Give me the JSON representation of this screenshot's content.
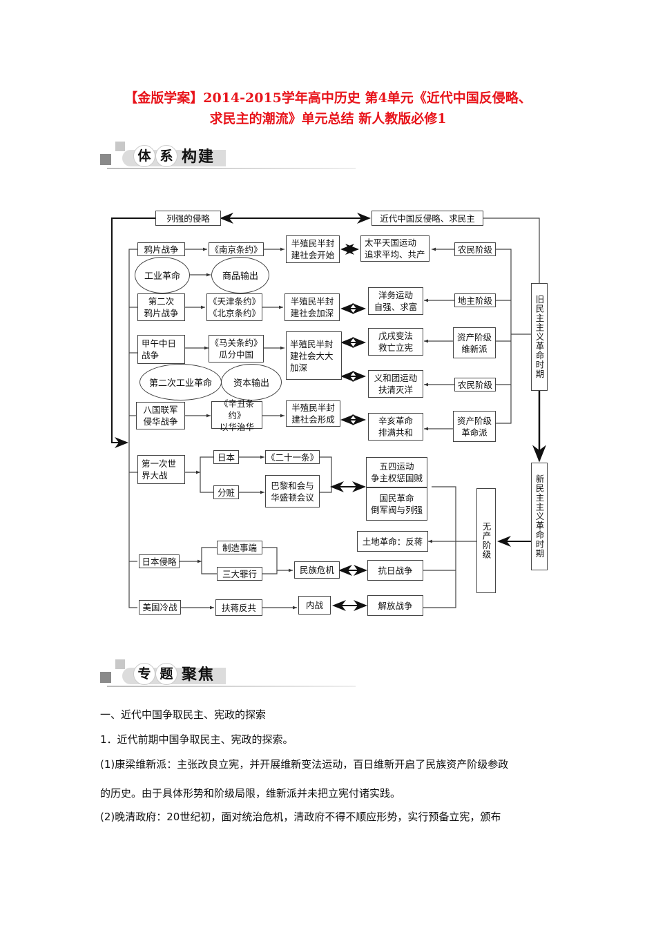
{
  "title": {
    "line1": "【金版学案】2014-2015学年高中历史 第4单元《近代中国反侵略、",
    "line2": "求民主的潮流》单元总结 新人教版必修1"
  },
  "section1": {
    "c1": "体",
    "c2": "系",
    "rest": "构建"
  },
  "section2": {
    "c1": "专",
    "c2": "题",
    "rest": "聚焦"
  },
  "diagram": {
    "top_left": "列强的侵略",
    "top_right": "近代中国反侵略、求民主",
    "wars": {
      "opium": "鸦片战争",
      "opium2": "第二次\n鸦片战争",
      "jiawu": "甲午中日\n战争",
      "baguo": "八国联军\n侵华战争",
      "ww1": "第一次世\n界大战",
      "japan": "日本侵略",
      "us": "美国冷战"
    },
    "ovals": {
      "ind_rev": "工业革命",
      "goods": "商品输出",
      "ind_rev2": "第二次工业革命",
      "capital": "资本输出"
    },
    "treaties": {
      "nanjing": "《南京条约》",
      "tianjin_beijing": "《天津条约》\n《北京条约》",
      "maguan": "《马关条约》\n瓜分中国",
      "xinchou": "《辛丑条约》\n以华治华",
      "japan": "日本",
      "reparation": "分赃",
      "twentyone": "《二十一条》",
      "paris": "巴黎和会与\n华盛顿会议",
      "incidents": "制造事端",
      "crimes": "三大罪行",
      "support_chiang": "扶蒋反共"
    },
    "society": {
      "s1": "半殖民半封\n建社会开始",
      "s2": "半殖民半封\n建社会加深",
      "s3": "半殖民半封\n建社会大大\n加深",
      "s4": "半殖民半封\n建社会形成",
      "crisis": "民族危机",
      "civil_war": "内战"
    },
    "movements": {
      "taiping": "太平天国运动\n追求平均、共产",
      "westernization": "洋务运动\n自强、求富",
      "wuxu": "戊戌变法\n救亡立宪",
      "boxer": "义和团运动\n扶清灭洋",
      "xinhai": "辛亥革命\n排满共和",
      "may4": "五四运动\n争主权惩国贼",
      "national_rev": "国民革命\n倒军阀与列强",
      "land_rev": "土地革命：反蒋",
      "anti_japan": "抗日战争",
      "liberation": "解放战争"
    },
    "classes": {
      "peasant1": "农民阶级",
      "landlord": "地主阶级",
      "reformists": "资产阶级\n维新派",
      "peasant2": "农民阶级",
      "revolutionaries": "资产阶级\n革命派",
      "proletariat": "无产阶级"
    },
    "periods": {
      "old": "旧民主主义革命时期",
      "new": "新民主主义革命时期"
    }
  },
  "body": {
    "heading": "一、近代中国争取民主、宪政的探索",
    "p1": "1．近代前期中国争取民主、宪政的探索。",
    "p2a": "(1)康梁维新派：主张改良立宪，并开展维新变法运动，百日维新开启了民族资产阶级参政",
    "p2b": "的历史。由于具体形势和阶级局限，维新派并未把立宪付诸实践。",
    "p3": "(2)晚清政府：20世纪初，面对统治危机，清政府不得不顺应形势，实行预备立宪，颁布"
  }
}
